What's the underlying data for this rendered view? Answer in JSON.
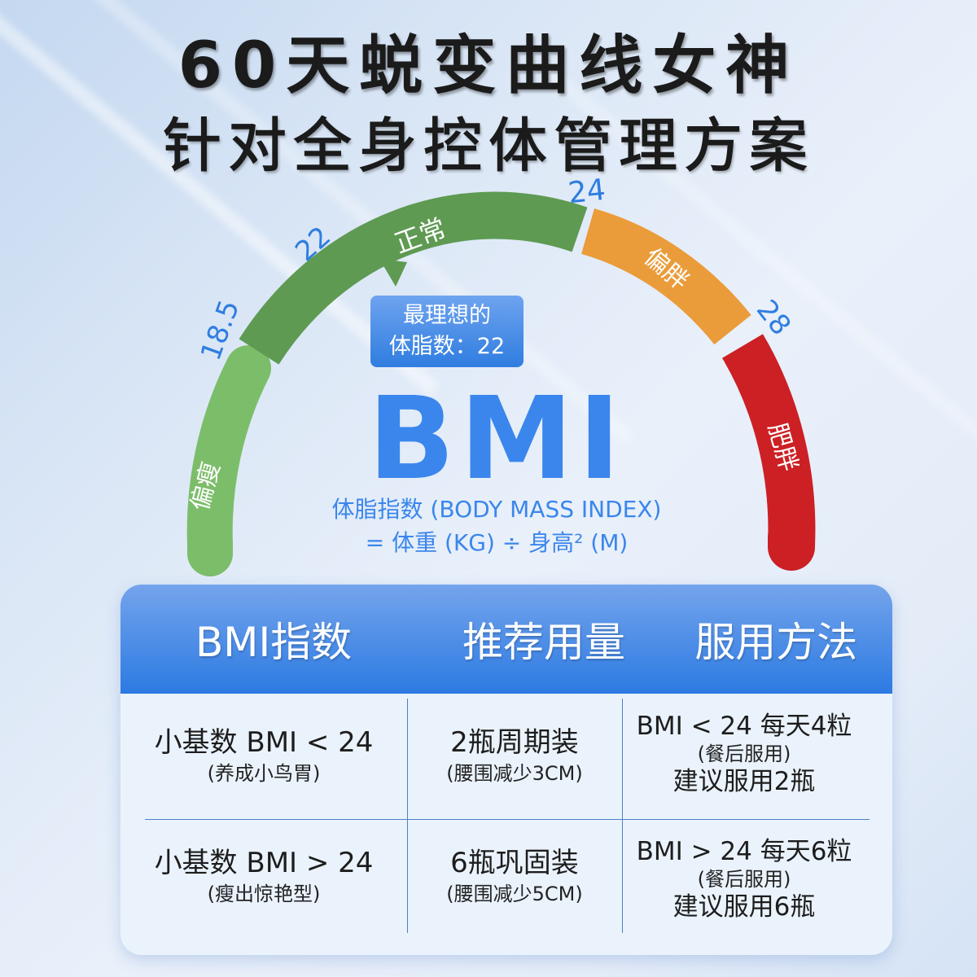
{
  "headline": {
    "line1": "60天蜕变曲线女神",
    "line2": "针对全身控体管理方案"
  },
  "gauge": {
    "segments": [
      {
        "label": "偏瘦",
        "color": "#7cbd6a"
      },
      {
        "label": "正常",
        "color": "#5e9a52"
      },
      {
        "label": "偏胖",
        "color": "#ea9c3a"
      },
      {
        "label": "肥胖",
        "color": "#cc2025"
      }
    ],
    "ticks": [
      "18.5",
      "22",
      "24",
      "28"
    ],
    "tick_color": "#2f7de0",
    "ideal_box": {
      "line1": "最理想的",
      "line2": "体脂数：22"
    }
  },
  "bmi": {
    "title": "BMI",
    "definition": "体脂指数 (BODY MASS INDEX)",
    "formula": "= 体重 (KG) ÷ 身高² (M)"
  },
  "table": {
    "headers": [
      "BMI指数",
      "推荐用量",
      "服用方法"
    ],
    "rows": [
      {
        "bmi": "小基数 BMI < 24",
        "bmi_note": "(养成小鸟胃)",
        "dose": "2瓶周期装",
        "dose_note": "(腰围减少3CM)",
        "method_line1": "BMI < 24 每天4粒",
        "method_note": "(餐后服用)",
        "method_line2": "建议服用2瓶"
      },
      {
        "bmi": "小基数 BMI  >  24",
        "bmi_note": "(瘦出惊艳型)",
        "dose": "6瓶巩固装",
        "dose_note": "(腰围减少5CM)",
        "method_line1": "BMI > 24 每天6粒",
        "method_note": "(餐后服用)",
        "method_line2": "建议服用6瓶"
      }
    ]
  },
  "colors": {
    "accent_blue": "#2f7de0",
    "header_blue_top": "#74a4ec",
    "header_blue_bottom": "#2c7ae2"
  }
}
